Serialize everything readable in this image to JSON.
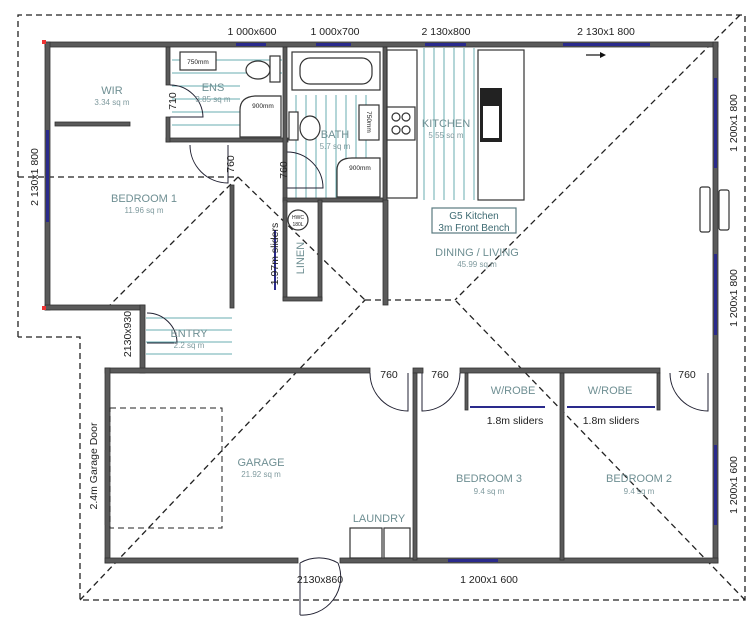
{
  "rooms": {
    "wir": {
      "name": "WIR",
      "area": "3.34 sq m"
    },
    "ens": {
      "name": "ENS",
      "area": "3.85 sq m"
    },
    "bath": {
      "name": "BATH",
      "area": "5.7 sq m"
    },
    "kitchen": {
      "name": "KITCHEN",
      "area": "5.55 sq m"
    },
    "bedroom1": {
      "name": "BEDROOM 1",
      "area": "11.96 sq m"
    },
    "dining_living": {
      "name": "DINING / LIVING",
      "area": "45.99 sq m"
    },
    "entry": {
      "name": "ENTRY",
      "area": "2.2 sq m"
    },
    "garage": {
      "name": "GARAGE",
      "area": "21.92 sq m"
    },
    "bedroom3": {
      "name": "BEDROOM 3",
      "area": "9.4 sq m"
    },
    "bedroom2": {
      "name": "BEDROOM 2",
      "area": "9.4 sq m"
    },
    "laundry": {
      "name": "LAUNDRY"
    },
    "linen": {
      "name": "LINEN"
    },
    "wrobe3": {
      "name": "W/ROBE"
    },
    "wrobe2": {
      "name": "W/ROBE"
    }
  },
  "dimensions": {
    "win_ens": "1 000x600",
    "win_bath": "1 000x700",
    "win_kitchen": "2 130x800",
    "win_living_top": "2 130x1 800",
    "win_bed1": "2 130x1 800",
    "win_living_right": "1 200x1 800",
    "win_living_right2": "1 200x1 800",
    "win_bed2": "1 200x1 600",
    "win_bed3": "1 200x1 600",
    "entry_door": "2130x930",
    "garage_side_door": "2130x860",
    "garage_door": "2.4m Garage Door",
    "door_ens": "710",
    "door_bed1": "760",
    "door_bath": "760",
    "door_garage": "760",
    "door_bed3": "760",
    "door_bed2": "760",
    "linen_sliders": "1.97m sliders",
    "bed3_sliders": "1.8m sliders",
    "bed2_sliders": "1.8m sliders"
  },
  "fixtures": {
    "vanity_ens": "750mm",
    "shower_ens": "900mm",
    "vanity_bath": "750mm",
    "shower_bath": "900mm",
    "hwc": "HWC",
    "hwc_size": "180L",
    "kitchen_note_1": "G5 Kitchen",
    "kitchen_note_2": "3m Front Bench"
  },
  "colors": {
    "wall": "#5a5a5a",
    "window": "#2a2a8c",
    "room_label": "#6f8f93",
    "tile": "#6aaeb0"
  }
}
